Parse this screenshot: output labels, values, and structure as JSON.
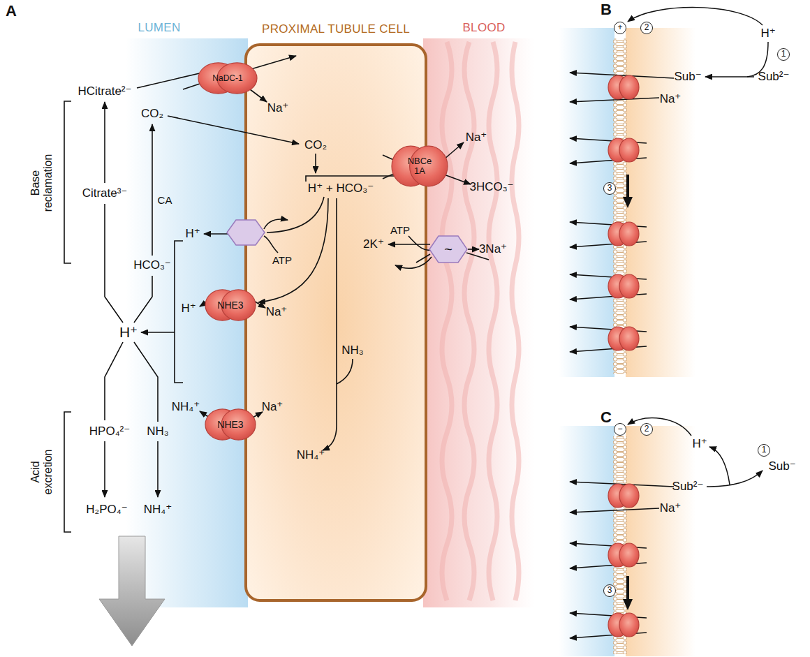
{
  "diagram": {
    "nodes": [
      {
        "text": [
          "PROXIMAL TUBULE CELL"
        ]
      },
      {
        "text": [
          "NaDC-1"
        ]
      },
      {
        "text": [
          "NBCe 1A"
        ]
      },
      {
        "text": [
          "NHE3"
        ]
      },
      {
        "text": [
          "NHE3"
        ]
      },
      {
        "text": [
          "~"
        ]
      }
    ],
    "labels": [
      "A",
      "LUMEN",
      "BLOOD",
      "Base reclamation",
      "Acid excretion",
      "HCitrate²⁻",
      "CO₂",
      "Na⁺",
      "CO₂",
      "Citrate³⁻",
      "CA",
      "HCO₃⁻",
      "Na⁺",
      "3HCO₃⁻",
      "H⁺ + HCO₃⁻",
      "H⁺",
      "ATP",
      "ATP",
      "2K⁺",
      "3Na⁺",
      "H⁺",
      "H⁺",
      "Na⁺",
      "NH₃",
      "NH₄⁺",
      "Na⁺",
      "HPO₄²⁻",
      "NH₃",
      "NH₄⁺",
      "H₂PO₄⁻",
      "NH₄⁺",
      "B",
      "+",
      "2",
      "H⁺",
      "1",
      "Sub⁻",
      "Sub²⁻",
      "Na⁺",
      "3",
      "C",
      "−",
      "2",
      "H⁺",
      "1",
      "Sub²⁻",
      "Sub⁻",
      "Na⁺",
      "3"
    ]
  }
}
